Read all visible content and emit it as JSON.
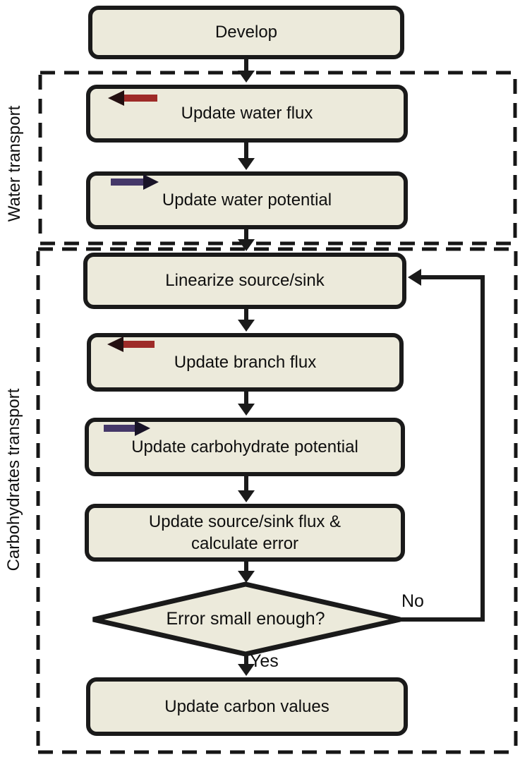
{
  "figure": {
    "type": "flowchart"
  },
  "colors": {
    "background": "#FFFFFF",
    "node_fill": "#ECEADB",
    "node_border": "#1A1A1A",
    "line": "#1A1A1A",
    "red_arrow_body": "#9E2B28",
    "red_arrow_head": "#241011",
    "purple_arrow_body": "#453869",
    "purple_arrow_head": "#181327"
  },
  "regions": {
    "water": {
      "label": "Water transport"
    },
    "carbohydrates": {
      "label": "Carbohydrates transport"
    }
  },
  "nodes": {
    "develop": {
      "label": "Develop"
    },
    "update_water_flux": {
      "label": "Update water flux",
      "icon": "red-left-arrow"
    },
    "update_water_potential": {
      "label": "Update water potential",
      "icon": "purple-right-arrow"
    },
    "linearize_source_sink": {
      "label": "Linearize source/sink"
    },
    "update_branch_flux": {
      "label": "Update branch flux",
      "icon": "red-left-arrow"
    },
    "update_carbohydrate_potential": {
      "label": "Update carbohydrate potential",
      "icon": "purple-right-arrow"
    },
    "update_source_sink_flux": {
      "line1": "Update source/sink flux &",
      "line2": "calculate error"
    },
    "error_decision": {
      "label": "Error small enough?"
    },
    "update_carbon_values": {
      "label": "Update carbon values"
    }
  },
  "edge_labels": {
    "no": "No",
    "yes": "Yes"
  }
}
